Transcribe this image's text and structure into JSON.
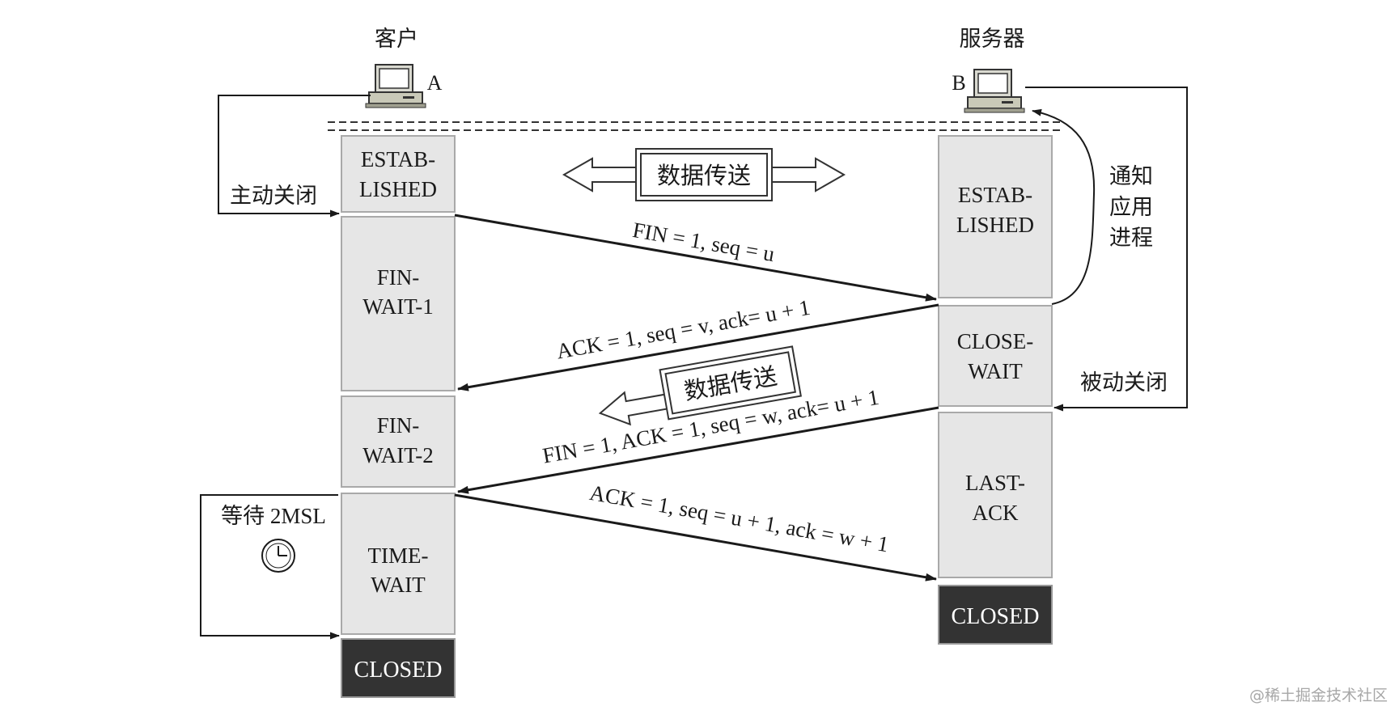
{
  "client": {
    "title": "客户",
    "id": "A"
  },
  "server": {
    "title": "服务器",
    "id": "B"
  },
  "client_states": [
    {
      "key": "established",
      "lines": [
        "ESTAB-",
        "LISHED"
      ]
    },
    {
      "key": "fin-wait-1",
      "lines": [
        "FIN-",
        "WAIT-1"
      ]
    },
    {
      "key": "fin-wait-2",
      "lines": [
        "FIN-",
        "WAIT-2"
      ]
    },
    {
      "key": "time-wait",
      "lines": [
        "TIME-",
        "WAIT"
      ]
    },
    {
      "key": "closed",
      "lines": [
        "CLOSED"
      ]
    }
  ],
  "server_states": [
    {
      "key": "established",
      "lines": [
        "ESTAB-",
        "LISHED"
      ]
    },
    {
      "key": "close-wait",
      "lines": [
        "CLOSE-",
        "WAIT"
      ]
    },
    {
      "key": "last-ack",
      "lines": [
        "LAST-",
        "ACK"
      ]
    },
    {
      "key": "closed",
      "lines": [
        "CLOSED"
      ]
    }
  ],
  "messages": [
    {
      "label": "FIN = 1, seq = u",
      "direction": "client-to-server"
    },
    {
      "label": "ACK = 1, seq = v, ack= u + 1",
      "direction": "server-to-client"
    },
    {
      "label": "FIN = 1, ACK = 1, seq = w, ack= u + 1",
      "direction": "server-to-client"
    },
    {
      "label": "ACK = 1, seq = u + 1, ack = w + 1",
      "direction": "client-to-server"
    }
  ],
  "data_transfer": {
    "label": "数据传送"
  },
  "annotations": {
    "active_close": "主动关闭",
    "passive_close": "被动关闭",
    "notify_app": [
      "通知",
      "应用",
      "进程"
    ],
    "wait_2msl": "等待 2MSL"
  },
  "icons": {
    "computer": "computer-icon",
    "clock": "clock-icon"
  },
  "colors": {
    "state_fill": "#e6e6e6",
    "closed_fill": "#333333",
    "line": "#1a1a1a"
  },
  "watermark": "@稀土掘金技术社区"
}
